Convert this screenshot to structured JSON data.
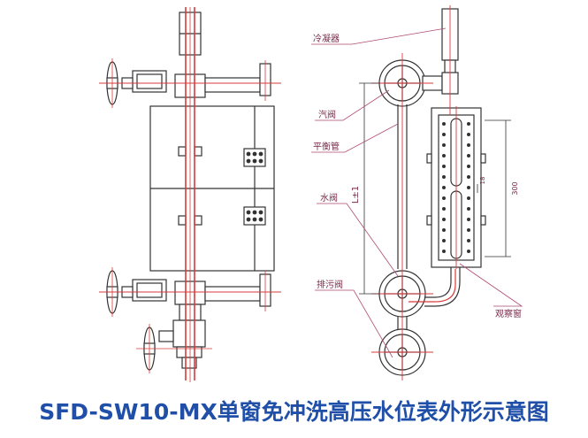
{
  "caption": "SFD-SW10-MX单窗免冲洗高压水位表外形示意图",
  "labels": {
    "condenser": "冷凝器",
    "steam_valve": "汽阀",
    "balance_pipe": "平衡管",
    "water_valve": "水阀",
    "drain_valve": "排污阀",
    "window": "观察窗",
    "dim_L": "L±1",
    "dim_gap": "18",
    "dim_visible": "300"
  },
  "colors": {
    "pipe": "#d93a3a",
    "line": "#333333",
    "leader": "#b04a74",
    "caption": "#1f4fa8"
  }
}
